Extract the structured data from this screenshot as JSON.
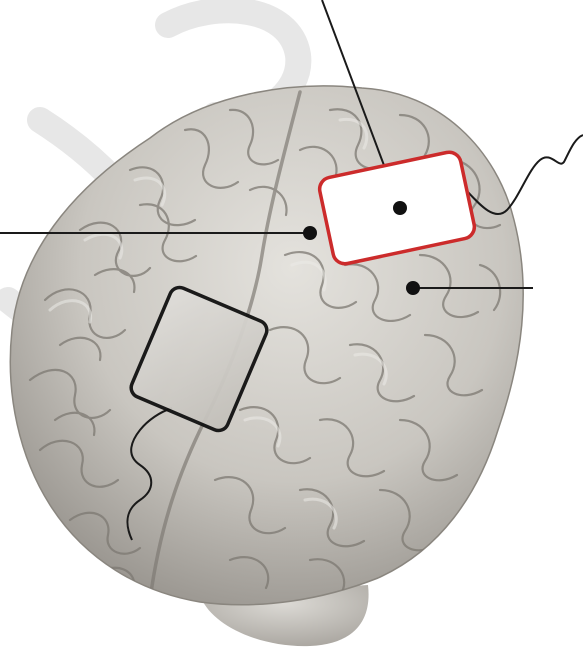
{
  "figure": {
    "subject": "brain-illustration",
    "elements": [
      "anode-electrode",
      "cathode-electrode",
      "leader-line-left",
      "leader-line-top",
      "leader-line-right",
      "electrode-wire-anode",
      "electrode-wire-cathode",
      "watermark"
    ],
    "colors": {
      "background": "#ffffff",
      "brain_base": "#c9c6c0",
      "brain_shadow": "#8f8b85",
      "gyri_line": "#7d7972",
      "gyri_highlight": "#ecebe7",
      "anode_border": "#cc2b2b",
      "anode_fill": "#ffffff",
      "cathode_border": "#111111",
      "cathode_fill": "#d8d6d1",
      "wire": "#1a1a1a",
      "leader_line": "#1a1a1a",
      "watermark": "#e5e5e5"
    }
  }
}
